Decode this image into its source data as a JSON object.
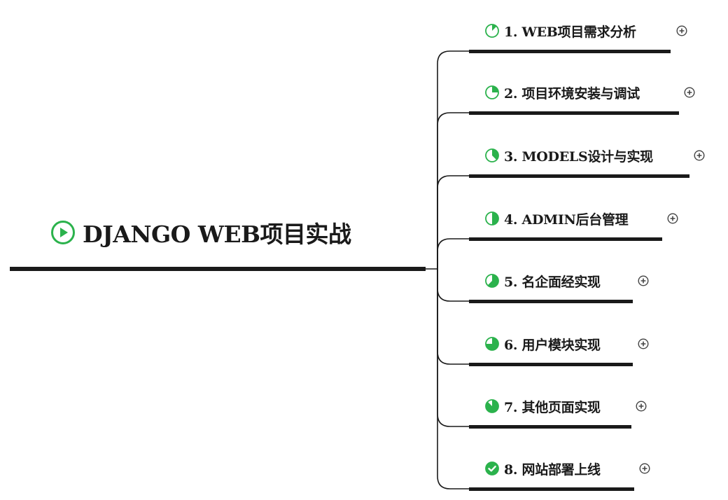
{
  "root": {
    "label": "DJANGO WEB项目实战",
    "icon": "play-circle-icon"
  },
  "accent": "#2bb24c",
  "ink": "#1a1a1a",
  "branches": [
    {
      "label": "1. WEB项目需求分析",
      "progress": 0.125,
      "expand_icon": "plus-circle-icon"
    },
    {
      "label": "2. 项目环境安装与调试",
      "progress": 0.25,
      "expand_icon": "plus-circle-icon"
    },
    {
      "label": "3. MODELS设计与实现",
      "progress": 0.375,
      "expand_icon": "plus-circle-icon"
    },
    {
      "label": "4. ADMIN后台管理",
      "progress": 0.5,
      "expand_icon": "plus-circle-icon"
    },
    {
      "label": "5. 名企面经实现",
      "progress": 0.625,
      "expand_icon": "plus-circle-icon"
    },
    {
      "label": "6. 用户模块实现",
      "progress": 0.75,
      "expand_icon": "plus-circle-icon"
    },
    {
      "label": "7. 其他页面实现",
      "progress": 0.875,
      "expand_icon": "plus-circle-icon"
    },
    {
      "label": "8. 网站部署上线",
      "progress": 1.0,
      "expand_icon": "plus-circle-icon"
    }
  ]
}
